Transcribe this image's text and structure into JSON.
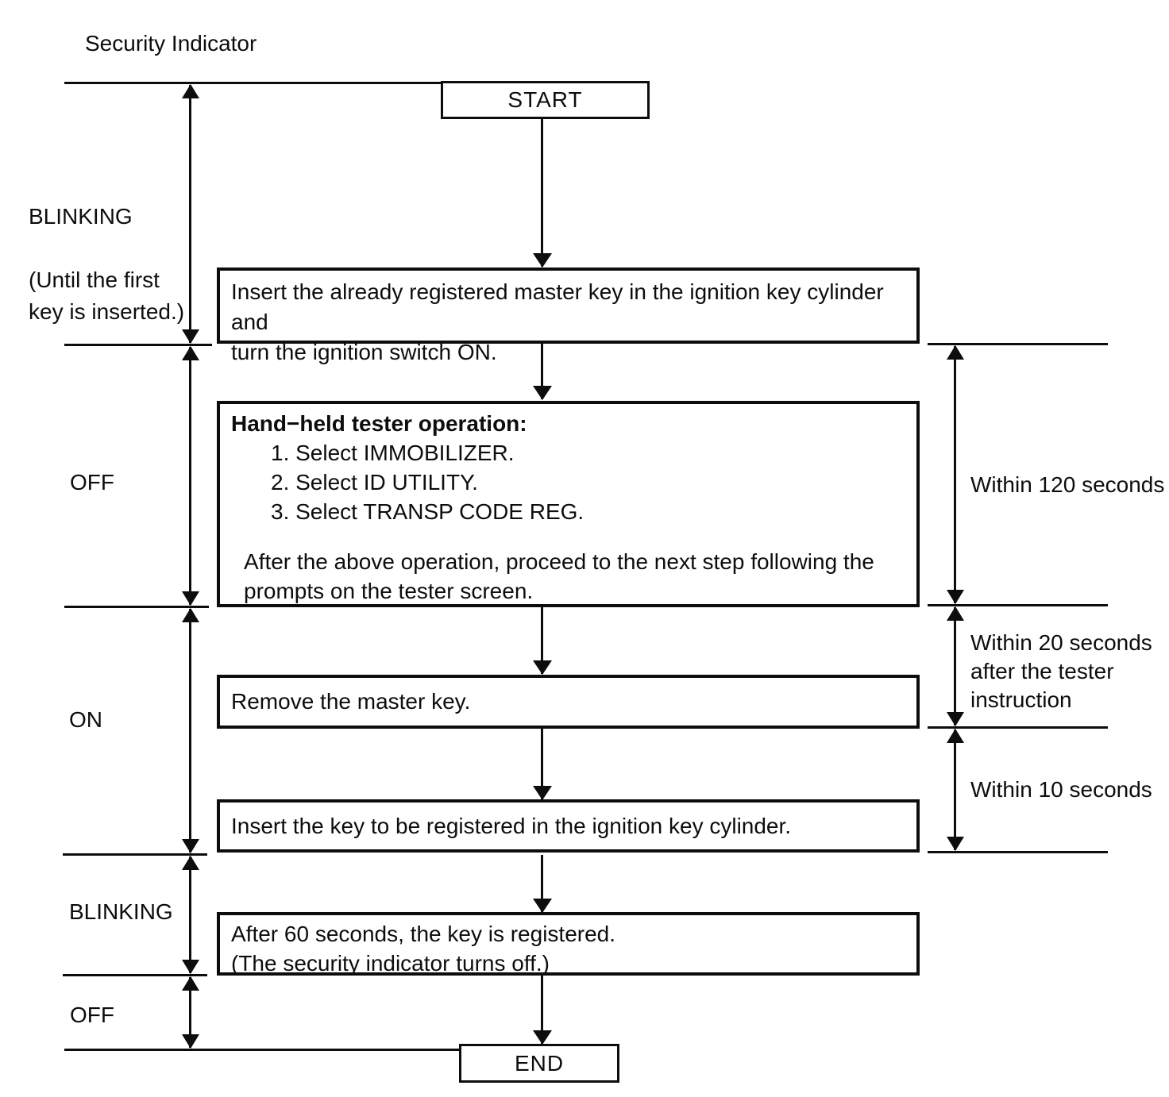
{
  "title": "Security Indicator",
  "colors": {
    "ink": "#0d0d0d",
    "background": "#ffffff"
  },
  "flowchart": {
    "start_label": "START",
    "end_label": "END",
    "steps": [
      {
        "text": "Insert the already registered master key in the ignition key cylinder and\nturn the ignition switch ON."
      },
      {
        "heading": "Hand−held tester operation:",
        "items": [
          "1. Select IMMOBILIZER.",
          "2. Select ID UTILITY.",
          "3. Select TRANSP CODE REG."
        ],
        "note": "After the above operation, proceed to the next step following the\nprompts on the tester screen."
      },
      {
        "text": "Remove the master key."
      },
      {
        "text": "Insert the key to be registered in the ignition key cylinder."
      },
      {
        "text": "After 60 seconds, the key is registered.\n(The security indicator turns off.)"
      }
    ]
  },
  "indicator_timeline": {
    "states": [
      {
        "label": "BLINKING",
        "note": "(Until the first\nkey is inserted.)"
      },
      {
        "label": "OFF"
      },
      {
        "label": "ON"
      },
      {
        "label": "BLINKING"
      },
      {
        "label": "OFF"
      }
    ]
  },
  "timing_constraints": [
    {
      "label": "Within 120 seconds"
    },
    {
      "label": "Within 20 seconds\nafter the tester\ninstruction"
    },
    {
      "label": "Within 10 seconds"
    }
  ]
}
